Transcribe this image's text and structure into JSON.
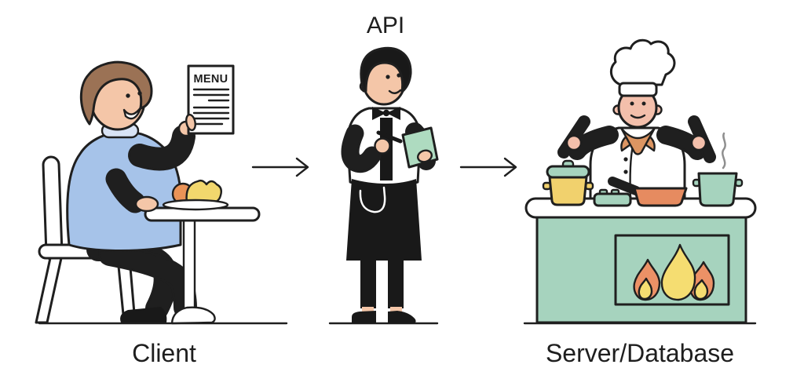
{
  "diagram": {
    "description": "Restaurant analogy for an API: a client reading a menu, a waiter (API) taking the order, and a kitchen (server/database) cooking",
    "labels": {
      "client": "Client",
      "api": "API",
      "server": "Server/Database"
    },
    "menu": {
      "title": "MENU"
    },
    "arrows": {
      "client_to_api": "right-arrow",
      "api_to_server": "right-arrow"
    },
    "colors": {
      "outline": "#1f1f1f",
      "text": "#1e1e1e",
      "sweater_blue": "#a6c3e9",
      "pants_blue": "#aac6ec",
      "collar_blue": "#d8e3f5",
      "skin": "#f4c6a8",
      "skin_pink": "#f3bfab",
      "hair_brown": "#9b7255",
      "hair_black": "#191919",
      "paper_white": "#ffffff",
      "notepad_green": "#aedbc0",
      "mint_green": "#a6d3be",
      "pot_yellow": "#f1d16d",
      "pan_orange": "#e68b60",
      "fruit_orange": "#ea9357",
      "croissant_yellow": "#f2d76d",
      "flame_orange": "#ec9166",
      "flame_yellow": "#f5dd71",
      "scarf_orange": "#dc9562",
      "steam_gray": "#8f8f8f"
    }
  }
}
